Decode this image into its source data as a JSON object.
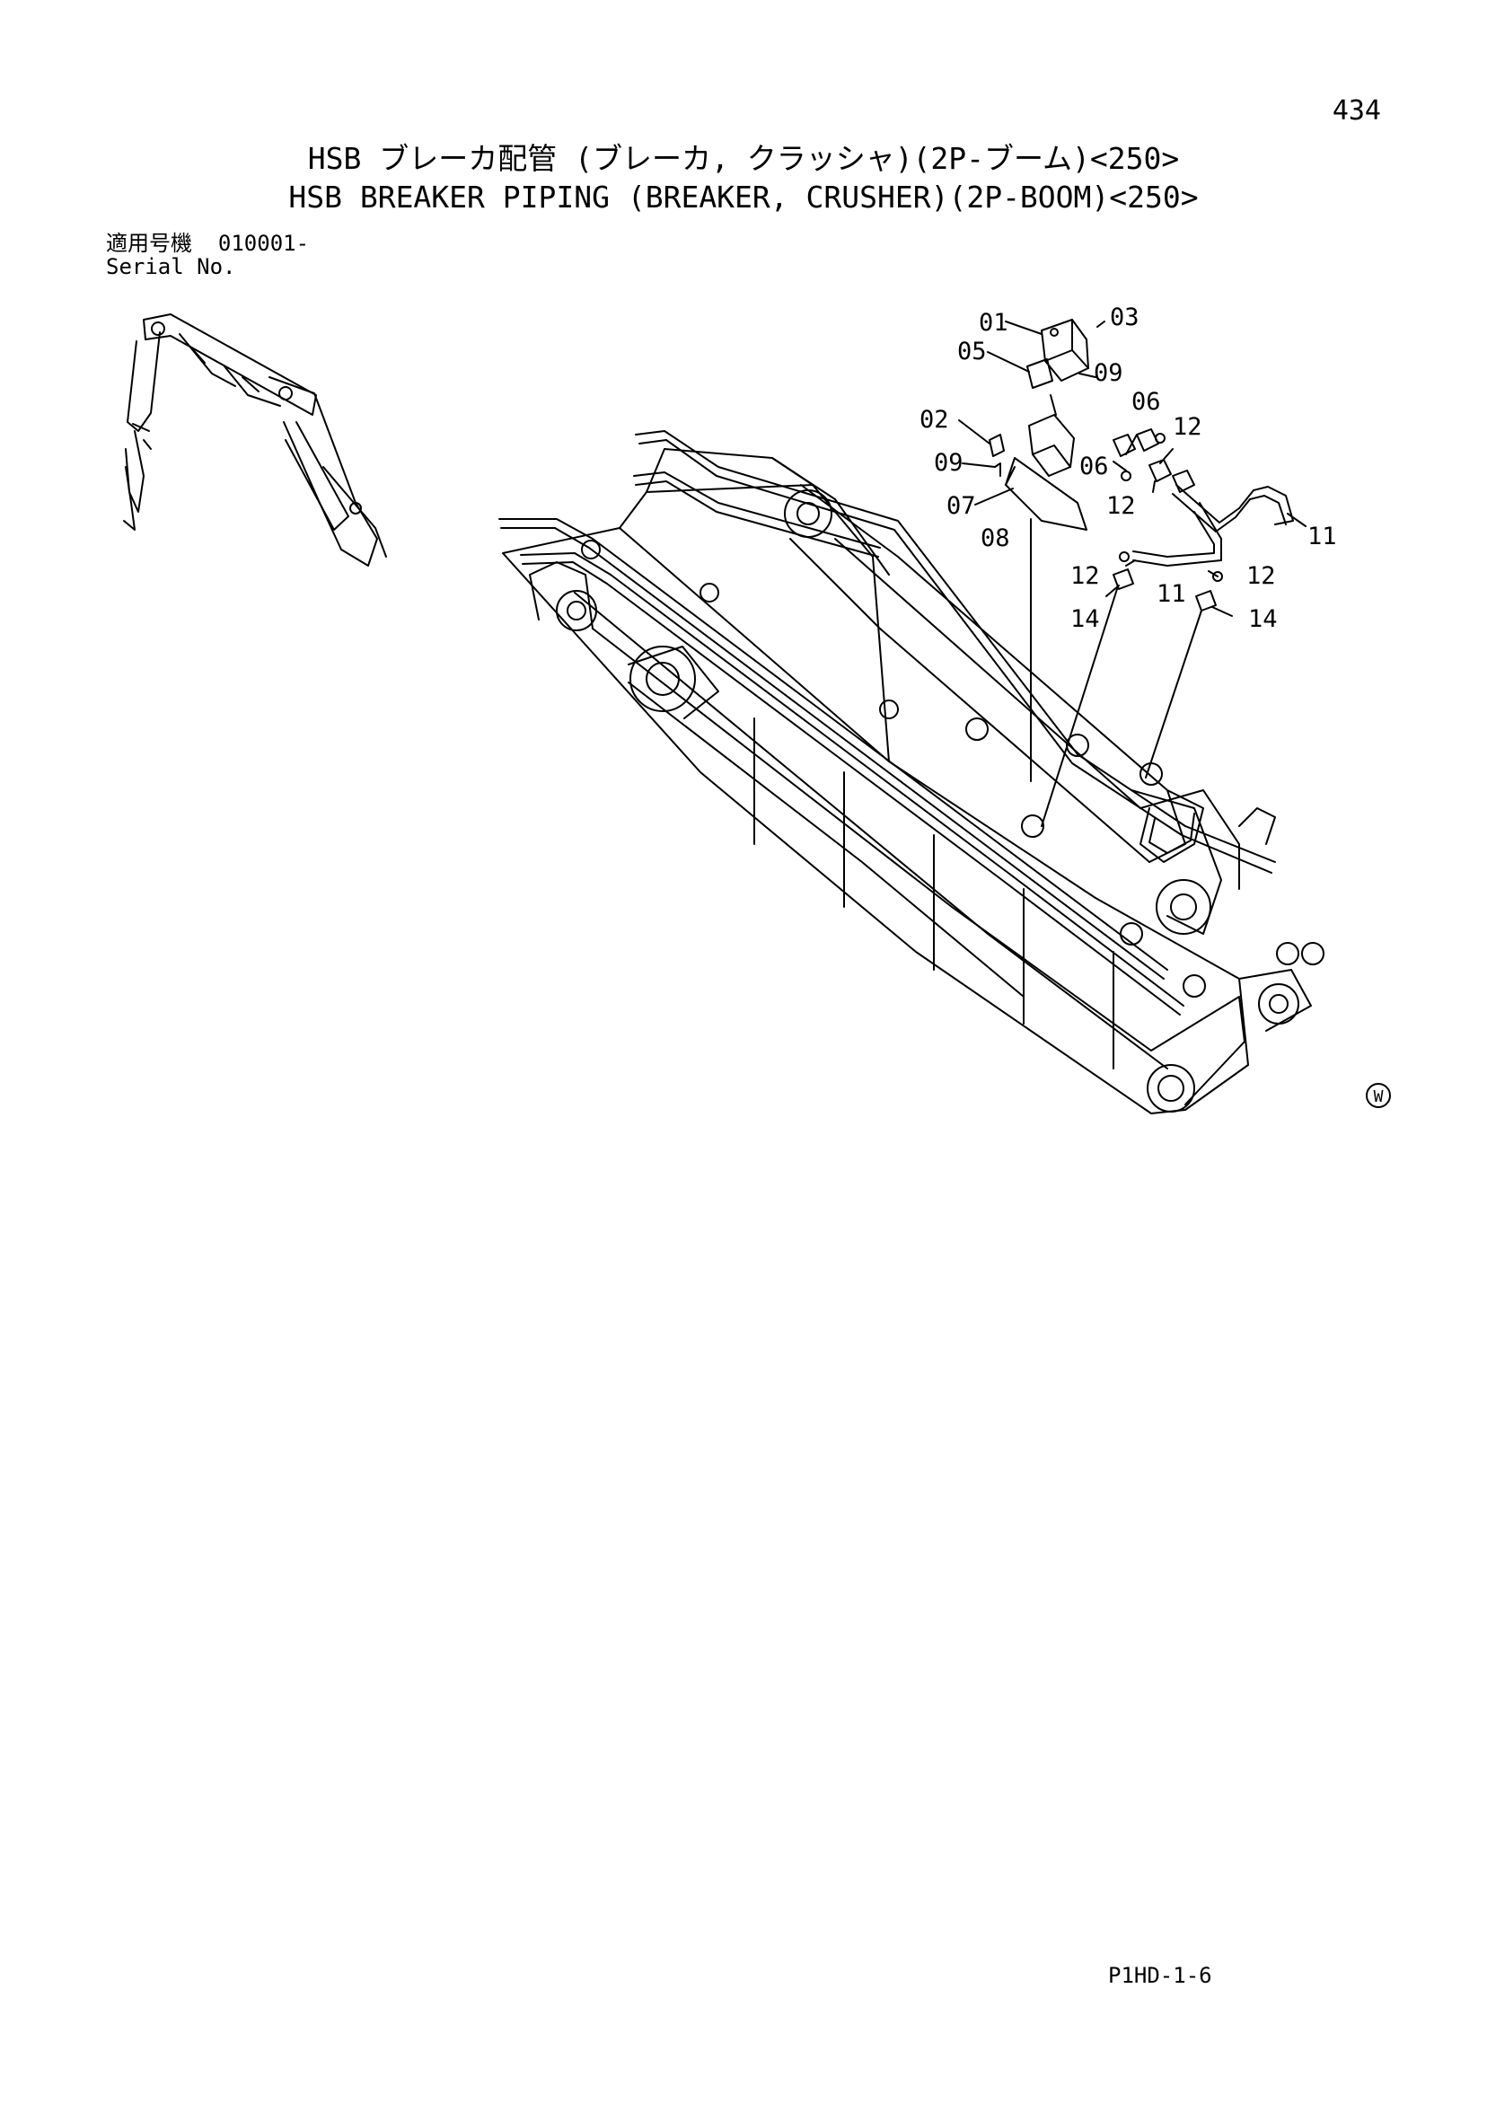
{
  "header": {
    "page_number": "434",
    "title_jp": "HSB ブレーカ配管 (ブレーカ, クラッシャ)(2P-ブーム)<250>",
    "title_en": "HSB BREAKER PIPING (BREAKER, CRUSHER)(2P-BOOM)<250>"
  },
  "serial": {
    "label_jp": "適用号機",
    "value": "010001-",
    "label_en": "Serial No."
  },
  "callouts": {
    "c01": "01",
    "c02": "02",
    "c03": "03",
    "c05": "05",
    "c06a": "06",
    "c06b": "06",
    "c07": "07",
    "c08": "08",
    "c09a": "09",
    "c09b": "09",
    "c11a": "11",
    "c11b": "11",
    "c12a": "12",
    "c12b": "12",
    "c12c": "12",
    "c12d": "12",
    "c14a": "14",
    "c14b": "14",
    "mark": "W"
  },
  "footer": {
    "doc_code": "P1HD-1-6"
  }
}
